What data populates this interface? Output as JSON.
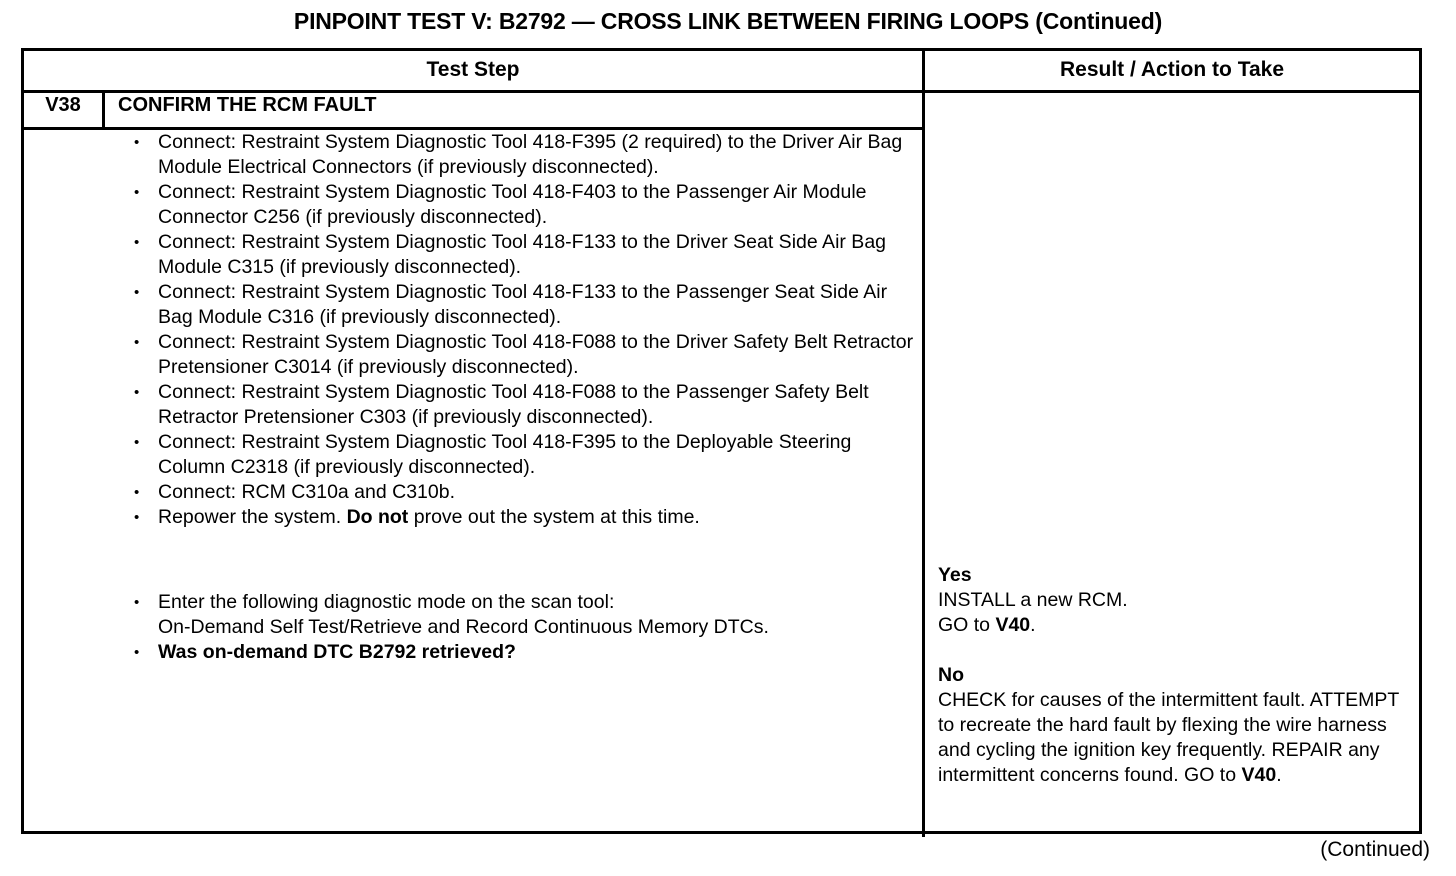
{
  "document": {
    "title": "PINPOINT TEST  V: B2792 — CROSS LINK BETWEEN FIRING LOOPS (Continued)",
    "footer": "(Continued)"
  },
  "table": {
    "headers": {
      "test_step": "Test Step",
      "result_action": "Result / Action to Take"
    },
    "step": {
      "id": "V38",
      "title": "CONFIRM THE RCM FAULT",
      "bullet_glyph": "•",
      "instructions": [
        {
          "text": "Connect: Restraint System Diagnostic Tool 418-F395 (2 required) to the Driver Air Bag Module Electrical Connectors (if previously disconnected).",
          "bold": false
        },
        {
          "text": "Connect:  Restraint System Diagnostic Tool 418-F403 to the Passenger Air Module Connector C256 (if previously disconnected).",
          "bold": false
        },
        {
          "text": "Connect:  Restraint System Diagnostic Tool 418-F133 to the Driver Seat Side Air Bag Module C315 (if previously disconnected).",
          "bold": false
        },
        {
          "text": "Connect:  Restraint System Diagnostic Tool 418-F133 to the Passenger Seat Side Air Bag Module C316 (if previously disconnected).",
          "bold": false
        },
        {
          "text": "Connect:  Restraint System Diagnostic Tool 418-F088 to the Driver Safety Belt Retractor Pretensioner C3014 (if previously disconnected).",
          "bold": false
        },
        {
          "text": "Connect:  Restraint System Diagnostic Tool 418-F088 to the Passenger Safety Belt Retractor Pretensioner C303 (if previously disconnected).",
          "bold": false
        },
        {
          "text": "Connect: Restraint System Diagnostic Tool 418-F395 to the Deployable Steering Column C2318 (if previously disconnected).",
          "bold": false
        },
        {
          "text": "Connect: RCM C310a and C310b.",
          "bold": false
        },
        {
          "text": "Repower the system. Do not prove out the system at this time.",
          "bold": false,
          "bold_segment": "Do not"
        }
      ],
      "instructions_group2": [
        {
          "text": "Enter the following diagnostic mode on the scan tool:\nOn-Demand Self Test/Retrieve and Record Continuous Memory DTCs.",
          "bold": false
        },
        {
          "text": "Was on-demand DTC B2792 retrieved?",
          "bold": true
        }
      ]
    },
    "results": [
      {
        "label": "Yes",
        "body": "INSTALL a new RCM.\nGO to V40.",
        "goto": "V40"
      },
      {
        "label": "No",
        "body": "CHECK for causes of the intermittent fault. ATTEMPT to recreate the hard fault by flexing the wire harness and cycling the ignition key frequently. REPAIR any intermittent concerns found. GO to V40.",
        "goto": "V40"
      }
    ]
  }
}
